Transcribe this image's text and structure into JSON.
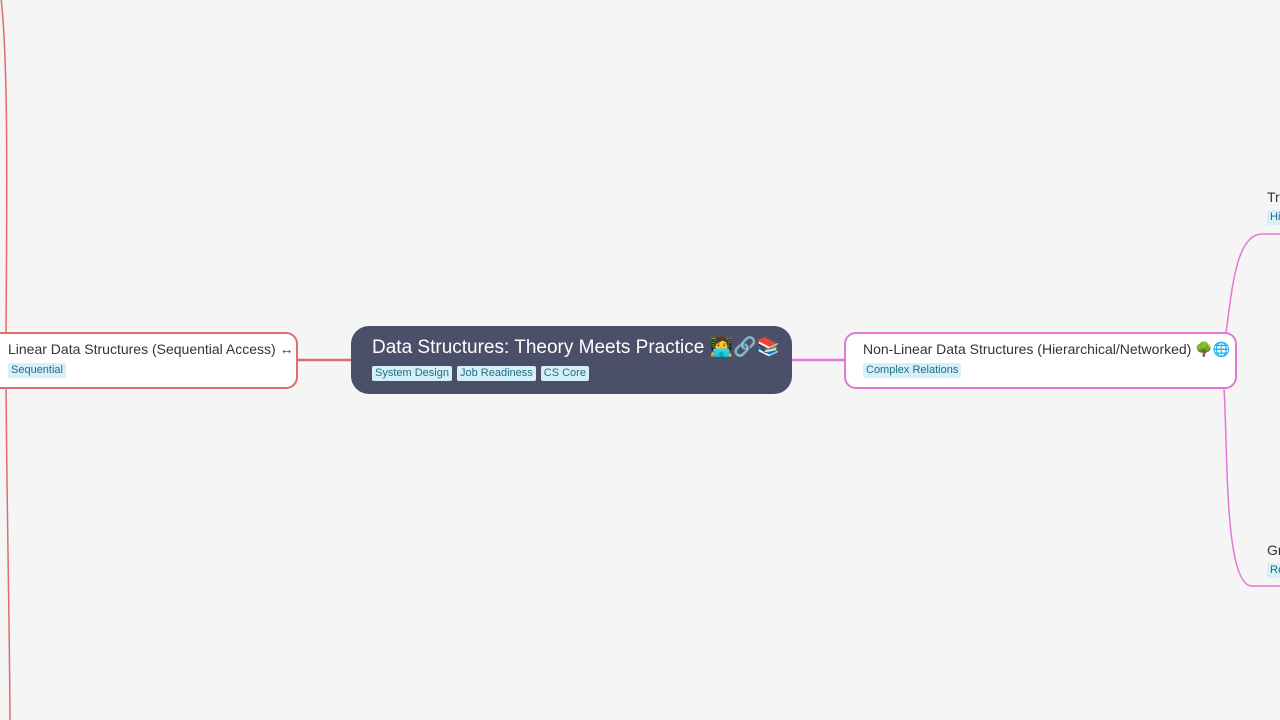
{
  "root": {
    "title": "Data Structures: Theory Meets Practice 🧑‍💻🔗📚",
    "tags": [
      "System Design",
      "Job Readiness",
      "CS Core"
    ]
  },
  "left_branch": {
    "title": "Linear Data Structures (Sequential Access) ↔",
    "tag": "Sequential",
    "color": "#e06c6c"
  },
  "right_branch": {
    "title": "Non-Linear Data Structures (Hierarchical/Networked) 🌳🌐",
    "tag": "Complex Relations",
    "color": "#e477d6"
  },
  "right_children": [
    {
      "title": "Tr",
      "tag": "Hi"
    },
    {
      "title": "Gr",
      "tag": "Re"
    }
  ]
}
